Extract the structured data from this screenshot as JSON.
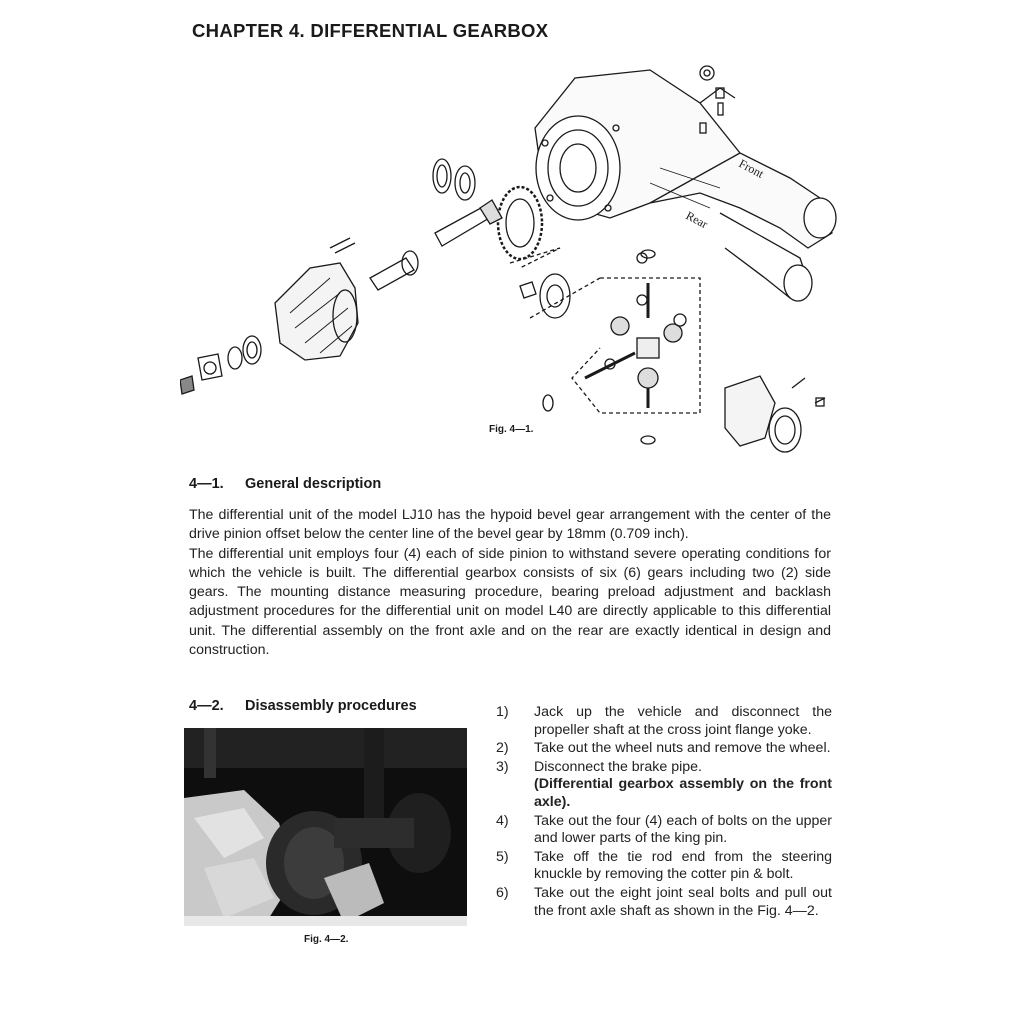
{
  "chapter_title": "CHAPTER 4. DIFFERENTIAL GEARBOX",
  "figure_1": {
    "caption": "Fig. 4—1.",
    "label_front": "Front",
    "label_rear": "Rear"
  },
  "section_1": {
    "number": "4—1.",
    "title": "General description",
    "paragraphs": [
      "The differential unit of the model LJ10 has the hypoid bevel gear arrangement with the center of the drive pinion offset below the center line of the bevel gear by 18mm (0.709 inch).",
      "The differential unit employs four (4) each of side pinion to withstand severe operating conditions for which the vehicle is built. The differential gearbox consists of six (6) gears including two (2) side gears. The mounting distance measuring procedure, bearing preload adjustment and backlash adjustment procedures for the differential unit on model L40 are directly applicable to this differential unit. The differential assembly on the front axle and on the rear are exactly identical in design and construction."
    ]
  },
  "section_2": {
    "number": "4—2.",
    "title": "Disassembly procedures"
  },
  "figure_2": {
    "caption": "Fig. 4—2."
  },
  "steps": [
    {
      "num": "1)",
      "text": "Jack up the vehicle and disconnect the propeller shaft at the cross joint flange yoke."
    },
    {
      "num": "2)",
      "text": "Take out the wheel nuts and remove the wheel."
    },
    {
      "num": "3)",
      "text": "Disconnect the brake pipe.",
      "note": "(Differential gearbox assembly on the front axle)."
    },
    {
      "num": "4)",
      "text": "Take out the four (4) each of bolts on the upper and lower parts of the king pin."
    },
    {
      "num": "5)",
      "text": "Take off the tie rod end from the steering knuckle by removing the cotter pin & bolt."
    },
    {
      "num": "6)",
      "text": "Take out the eight joint seal bolts and pull out the front axle shaft as shown in the Fig. 4—2."
    }
  ]
}
